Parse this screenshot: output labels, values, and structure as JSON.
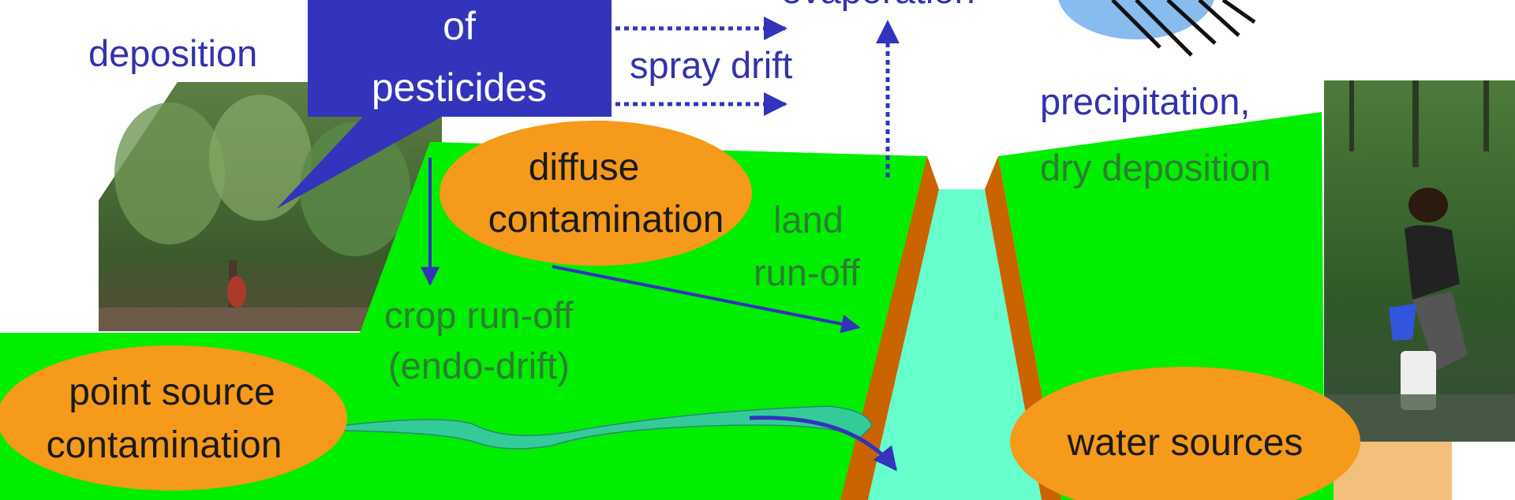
{
  "colors": {
    "field_green": "#00ee00",
    "field_edge": "#2a8a2a",
    "bank_orange": "#c96400",
    "river_cyan": "#66ffcc",
    "stream_teal": "#33cc99",
    "bubble_orange": "#f59a1a",
    "callout_blue": "#3333bb",
    "label_blue": "#3333aa",
    "label_green": "#2e7d32",
    "rain_blue": "#88bbee",
    "sand": "#f2c07a"
  },
  "callout": {
    "line1": "of",
    "line2": "pesticides"
  },
  "labels": {
    "deposition": "deposition",
    "evaporation": "evaporation",
    "spray_drift": "spray drift",
    "precipitation": "precipitation,",
    "dry_deposition": "dry deposition",
    "crop_runoff_1": "crop run-off",
    "crop_runoff_2": "(endo-drift)",
    "land_runoff_1": "land",
    "land_runoff_2": "run-off"
  },
  "bubbles": {
    "diffuse_1": "diffuse",
    "diffuse_2": "contamination",
    "point_1": "point source",
    "point_2": "contamination",
    "water": "water sources"
  },
  "icons": {
    "rain": "rain-cloud-icon",
    "crop_photo": "cocoa-crop-photo",
    "water_photo": "water-collection-photo"
  }
}
